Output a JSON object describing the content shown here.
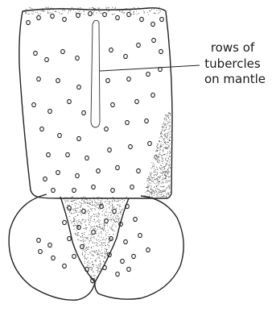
{
  "diagram": {
    "colors": {
      "ink": "#222222",
      "stipple": "#555555",
      "background": "#ffffff"
    },
    "label": {
      "lines": [
        "rows of",
        "tubercles",
        "on mantle"
      ]
    }
  }
}
